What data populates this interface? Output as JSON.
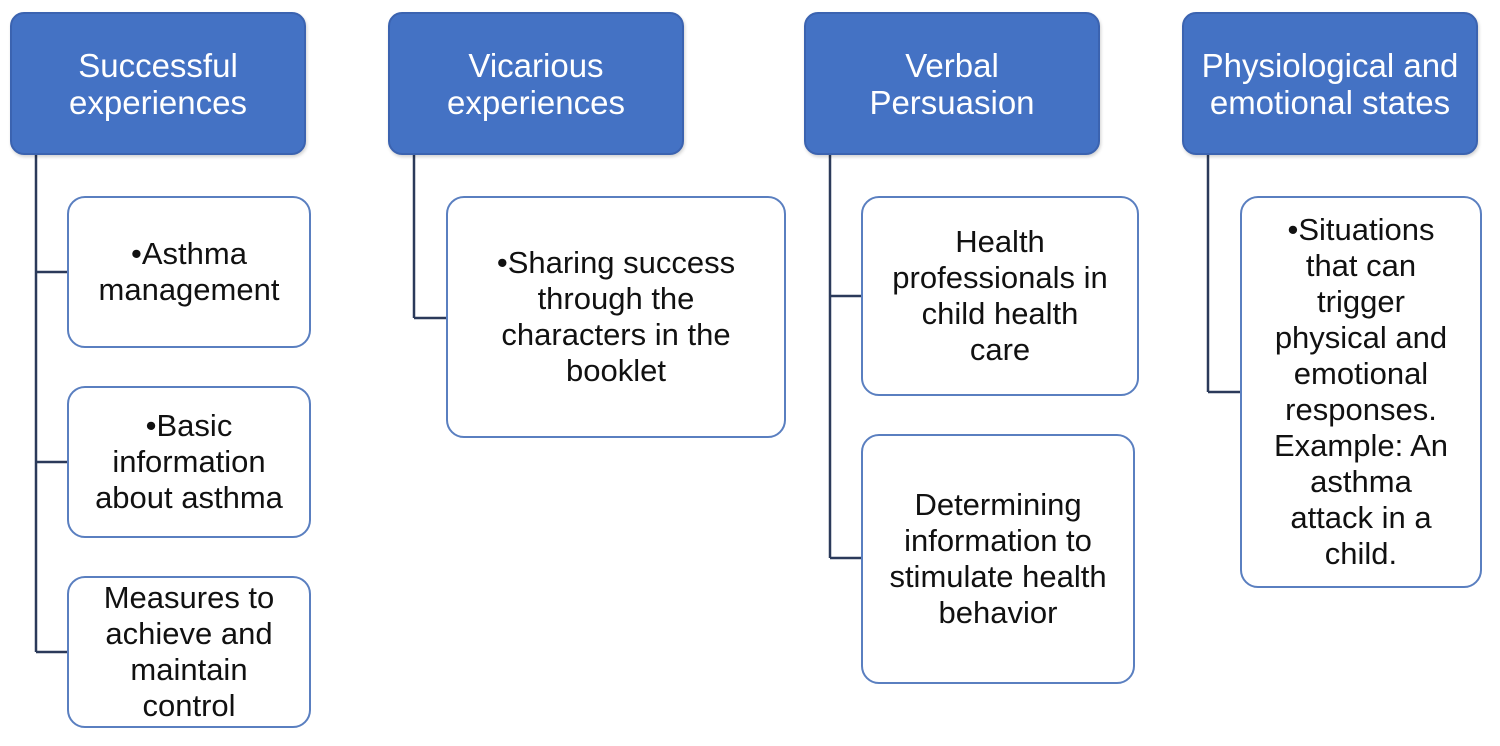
{
  "columns": [
    {
      "header": "Successful\nexperiences",
      "items": [
        "•Asthma\nmanagement",
        "•Basic\ninformation\nabout asthma",
        "Measures to\nachieve and\nmaintain\ncontrol"
      ]
    },
    {
      "header": "Vicarious\nexperiences",
      "items": [
        "•Sharing success\nthrough the\ncharacters in the\nbooklet"
      ]
    },
    {
      "header": "Verbal\nPersuasion",
      "items": [
        "Health\nprofessionals in\nchild health\ncare",
        "Determining\ninformation to\nstimulate health\nbehavior"
      ]
    },
    {
      "header": "Physiological and\nemotional states",
      "items": [
        "•Situations\nthat can\ntrigger\nphysical and\nemotional\nresponses.\nExample: An\nasthma\nattack in a\nchild."
      ]
    }
  ],
  "colors": {
    "header_fill": "#4472c4",
    "header_text": "#ffffff",
    "child_border": "#5a7fc0",
    "connector": "#2b3a5a"
  }
}
